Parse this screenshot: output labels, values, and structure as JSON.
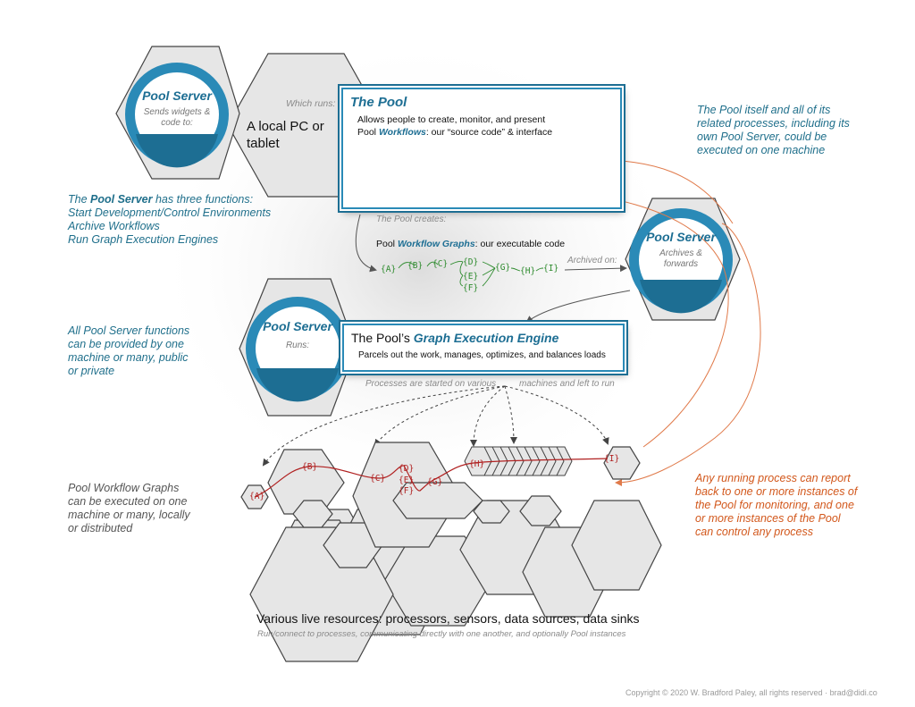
{
  "pool_server_top": {
    "name": "Pool Server",
    "sub": "Sends widgets & code to:"
  },
  "which_runs": "Which runs:",
  "local_pc": "A local PC or tablet",
  "the_pool": {
    "title": "The Pool",
    "desc_line1": "Allows people to create, monitor, and present",
    "desc_pre": "Pool ",
    "desc_em": "Workflows",
    "desc_post": ": our “source code” & interface",
    "nodes": [
      "A",
      "B",
      "C",
      "D",
      "E",
      "F",
      "G",
      "H",
      "I"
    ]
  },
  "pool_creates": "The Pool creates:",
  "workflow_graphs": {
    "pre": "Pool ",
    "em": "Workflow Graphs",
    "post": ": our executable code"
  },
  "graph_nodes": [
    "{A}",
    "{B}",
    "{C}",
    "{D}",
    "{E}",
    "{F}",
    "{G}",
    "{H}",
    "{I}"
  ],
  "archived_on": "Archived on:",
  "pool_server_right": {
    "name": "Pool Server",
    "sub": "Archives & forwards"
  },
  "pool_server_mid": {
    "name": "Pool Server",
    "sub": "Runs:"
  },
  "engine": {
    "pre": "The Pool’s ",
    "em": "Graph Execution Engine",
    "desc": "Parcels out the work, manages, optimizes, and balances loads"
  },
  "processes_started": "Processes are started on various",
  "left_to_run": "machines and left to run",
  "left_notes": {
    "functions_pre": "The ",
    "functions_em": "Pool Server",
    "functions_post": " has three functions:",
    "func1": "Start Development/Control Environments",
    "func2": "Archive Workflows",
    "func3": "Run Graph Execution Engines",
    "all_functions": "All Pool Server functions can be provided by one machine or many, public or private",
    "graphs_exec": "Pool Workflow Graphs can be executed on one machine or many, locally or distributed"
  },
  "right_notes": {
    "one_machine": "The Pool itself and all of its related processes, including its own Pool Server, could be executed on one machine",
    "running_process": "Any running process can report back to one or more instances of the Pool for monitoring, and one or more instances of the Pool can control any process"
  },
  "resources_title": "Various live resources: processors, sensors, data sources, data sinks",
  "resources_sub": "Run/connect to processes, communicating directly with one another, and optionally Pool instances",
  "copyright": "Copyright © 2020 W. Bradford Paley, all rights reserved · brad@didi.co",
  "colors": {
    "blue": "#2a8ab7",
    "dark_blue": "#1d6e93",
    "green": "#2e8b2e",
    "red": "#b02020",
    "orange": "#e07a4a",
    "hex_fill": "#e6e6e6"
  }
}
